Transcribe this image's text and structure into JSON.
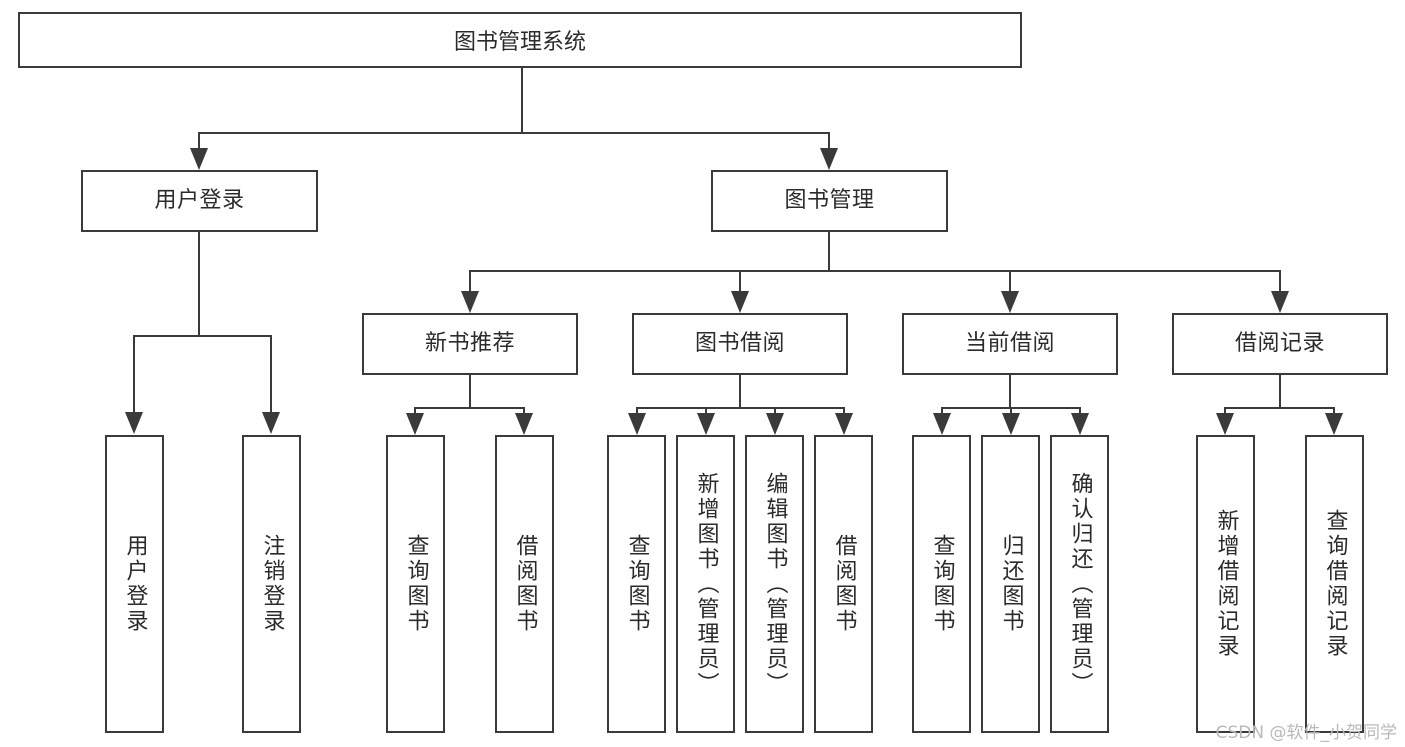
{
  "diagram": {
    "title": "图书管理系统",
    "type": "tree",
    "watermark": "CSDN @软件_小贺同学",
    "colors": {
      "stroke": "#3a3a3a",
      "fill": "#ffffff",
      "text": "#2b2b2b",
      "watermark": "#b9b9b9"
    },
    "levels": {
      "root": {
        "label": "图书管理系统"
      },
      "level2": [
        {
          "label": "用户登录"
        },
        {
          "label": "图书管理"
        }
      ],
      "level3": [
        {
          "label": "新书推荐"
        },
        {
          "label": "图书借阅"
        },
        {
          "label": "当前借阅"
        },
        {
          "label": "借阅记录"
        }
      ],
      "leaves": {
        "user_login": [
          {
            "label": "用户登录"
          },
          {
            "label": "注销登录"
          }
        ],
        "new_book": [
          {
            "label": "查询图书"
          },
          {
            "label": "借阅图书"
          }
        ],
        "book_borrow": [
          {
            "label": "查询图书"
          },
          {
            "label": "新增图书（管理员）"
          },
          {
            "label": "编辑图书（管理员）"
          },
          {
            "label": "借阅图书"
          }
        ],
        "current_borrow": [
          {
            "label": "查询图书"
          },
          {
            "label": "归还图书"
          },
          {
            "label": "确认归还（管理员）"
          }
        ],
        "borrow_record": [
          {
            "label": "新增借阅记录"
          },
          {
            "label": "查询借阅记录"
          }
        ]
      }
    }
  }
}
